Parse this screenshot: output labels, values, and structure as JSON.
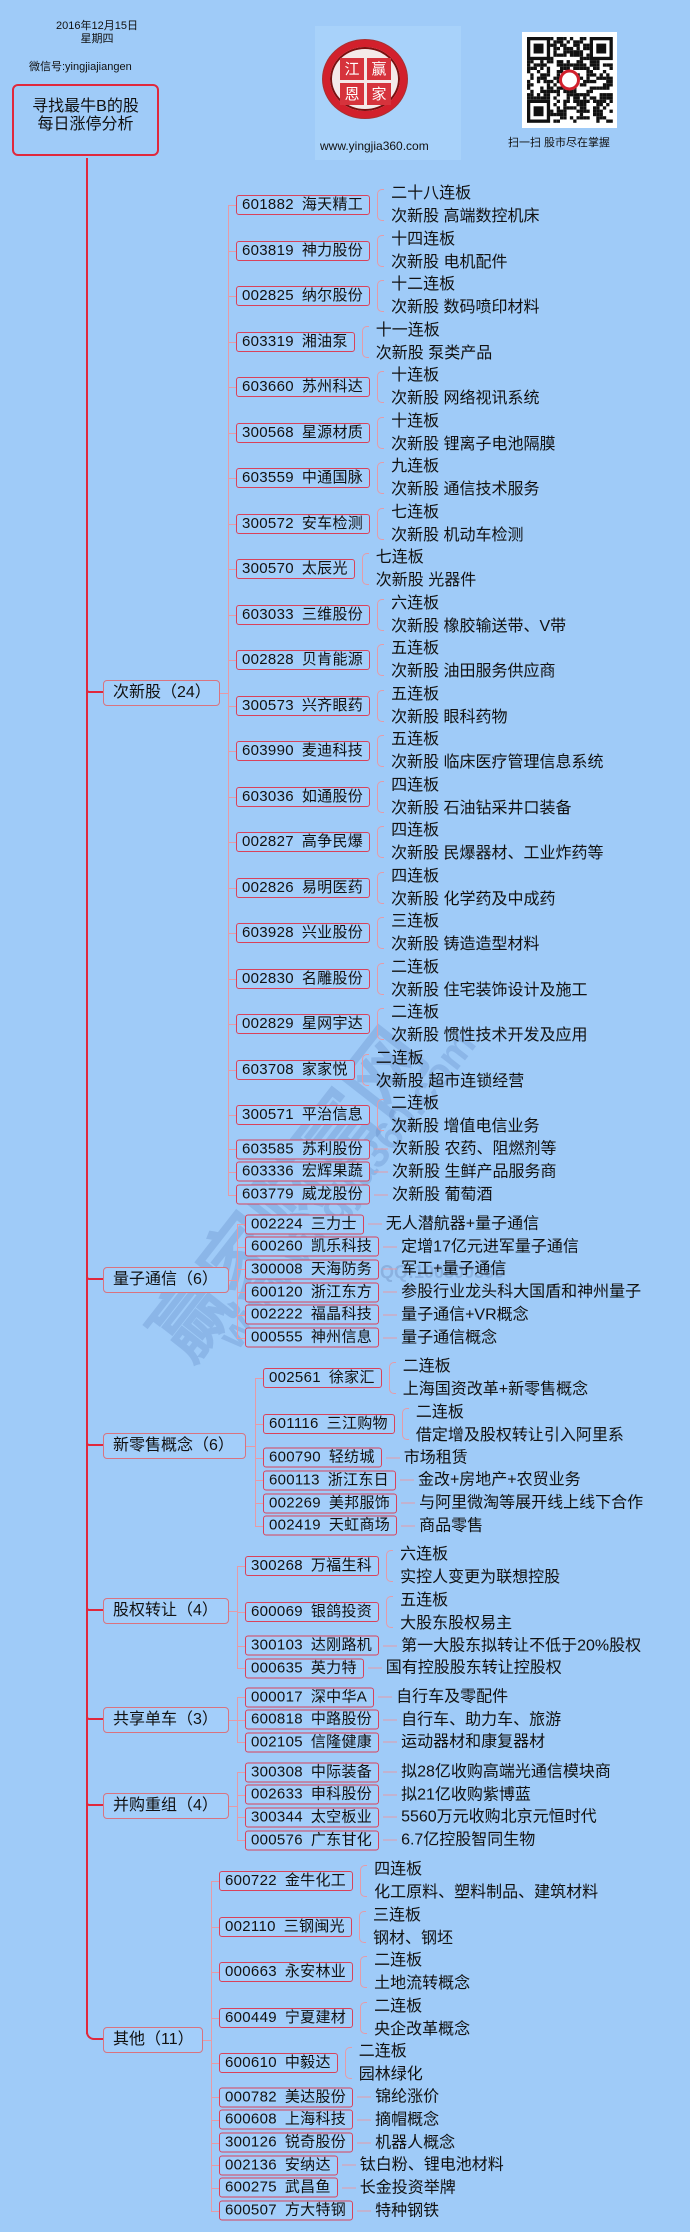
{
  "header": {
    "date": "2016年12月15日",
    "weekday": "星期四",
    "wechat": "微信号:yingjiajiangen",
    "title_line1": "寻找最牛B的股",
    "title_line2": "每日涨停分析",
    "logo_chars": [
      "江",
      "赢",
      "恩",
      "家"
    ],
    "website": "www.yingjia360.com",
    "qr_caption": "扫一扫 股市尽在掌握"
  },
  "watermark": {
    "brand": "赢家财富网",
    "url": "www.yingjia360.com",
    "qq": "QQ:100800360"
  },
  "colors": {
    "background": "#9fcbf8",
    "main_branch": "#e0283c",
    "node_border": "#d9425a",
    "connector": "#e69aa6"
  },
  "groups": [
    {
      "label": "次新股（24）",
      "items": [
        {
          "code": "601882",
          "name": "海天精工",
          "lines": [
            "二十八连板",
            "次新股  高端数控机床"
          ]
        },
        {
          "code": "603819",
          "name": "神力股份",
          "lines": [
            "十四连板",
            "次新股  电机配件"
          ]
        },
        {
          "code": "002825",
          "name": "纳尔股份",
          "lines": [
            "十二连板",
            "次新股  数码喷印材料"
          ]
        },
        {
          "code": "603319",
          "name": "湘油泵",
          "lines": [
            "十一连板",
            "次新股  泵类产品"
          ]
        },
        {
          "code": "603660",
          "name": "苏州科达",
          "lines": [
            "十连板",
            "次新股  网络视讯系统"
          ]
        },
        {
          "code": "300568",
          "name": "星源材质",
          "lines": [
            "十连板",
            "次新股  锂离子电池隔膜"
          ]
        },
        {
          "code": "603559",
          "name": "中通国脉",
          "lines": [
            "九连板",
            "次新股  通信技术服务"
          ]
        },
        {
          "code": "300572",
          "name": "安车检测",
          "lines": [
            "七连板",
            "次新股  机动车检测"
          ]
        },
        {
          "code": "300570",
          "name": "太辰光",
          "lines": [
            "七连板",
            "次新股  光器件"
          ]
        },
        {
          "code": "603033",
          "name": "三维股份",
          "lines": [
            "六连板",
            "次新股  橡胶输送带、V带"
          ]
        },
        {
          "code": "002828",
          "name": "贝肯能源",
          "lines": [
            "五连板",
            "次新股  油田服务供应商"
          ]
        },
        {
          "code": "300573",
          "name": "兴齐眼药",
          "lines": [
            "五连板",
            "次新股  眼科药物"
          ]
        },
        {
          "code": "603990",
          "name": "麦迪科技",
          "lines": [
            "五连板",
            "次新股  临床医疗管理信息系统"
          ]
        },
        {
          "code": "603036",
          "name": "如通股份",
          "lines": [
            "四连板",
            "次新股  石油钻采井口装备"
          ]
        },
        {
          "code": "002827",
          "name": "高争民爆",
          "lines": [
            "四连板",
            "次新股  民爆器材、工业炸药等"
          ]
        },
        {
          "code": "002826",
          "name": "易明医药",
          "lines": [
            "四连板",
            "次新股  化学药及中成药"
          ]
        },
        {
          "code": "603928",
          "name": "兴业股份",
          "lines": [
            "三连板",
            "次新股  铸造造型材料"
          ]
        },
        {
          "code": "002830",
          "name": "名雕股份",
          "lines": [
            "二连板",
            "次新股  住宅装饰设计及施工"
          ]
        },
        {
          "code": "002829",
          "name": "星网宇达",
          "lines": [
            "二连板",
            "次新股  惯性技术开发及应用"
          ]
        },
        {
          "code": "603708",
          "name": "家家悦",
          "lines": [
            "二连板",
            "次新股  超市连锁经营"
          ]
        },
        {
          "code": "300571",
          "name": "平治信息",
          "lines": [
            "二连板",
            "次新股  增值电信业务"
          ]
        },
        {
          "code": "603585",
          "name": "苏利股份",
          "lines": [
            "次新股  农药、阻燃剂等"
          ]
        },
        {
          "code": "603336",
          "name": "宏辉果蔬",
          "lines": [
            "次新股  生鲜产品服务商"
          ]
        },
        {
          "code": "603779",
          "name": "威龙股份",
          "lines": [
            "次新股  葡萄酒"
          ]
        }
      ]
    },
    {
      "label": "量子通信（6）",
      "items": [
        {
          "code": "002224",
          "name": "三力士",
          "lines": [
            "无人潜航器+量子通信"
          ]
        },
        {
          "code": "600260",
          "name": "凯乐科技",
          "lines": [
            "定增17亿元进军量子通信"
          ]
        },
        {
          "code": "300008",
          "name": "天海防务",
          "lines": [
            "军工+量子通信"
          ]
        },
        {
          "code": "600120",
          "name": "浙江东方",
          "lines": [
            "参股行业龙头科大国盾和神州量子"
          ]
        },
        {
          "code": "002222",
          "name": "福晶科技",
          "lines": [
            "量子通信+VR概念"
          ]
        },
        {
          "code": "000555",
          "name": "神州信息",
          "lines": [
            "量子通信概念"
          ]
        }
      ]
    },
    {
      "label": "新零售概念（6）",
      "items": [
        {
          "code": "002561",
          "name": "徐家汇",
          "lines": [
            "二连板",
            "上海国资改革+新零售概念"
          ]
        },
        {
          "code": "601116",
          "name": "三江购物",
          "lines": [
            "二连板",
            "借定增及股权转让引入阿里系"
          ]
        },
        {
          "code": "600790",
          "name": "轻纺城",
          "lines": [
            "市场租赁"
          ]
        },
        {
          "code": "600113",
          "name": "浙江东日",
          "lines": [
            "金改+房地产+农贸业务"
          ]
        },
        {
          "code": "002269",
          "name": "美邦服饰",
          "lines": [
            "与阿里微淘等展开线上线下合作"
          ]
        },
        {
          "code": "002419",
          "name": "天虹商场",
          "lines": [
            "商品零售"
          ]
        }
      ]
    },
    {
      "label": "股权转让（4）",
      "items": [
        {
          "code": "300268",
          "name": "万福生科",
          "lines": [
            "六连板",
            "实控人变更为联想控股"
          ]
        },
        {
          "code": "600069",
          "name": "银鸽投资",
          "lines": [
            "五连板",
            "大股东股权易主"
          ]
        },
        {
          "code": "300103",
          "name": "达刚路机",
          "lines": [
            "第一大股东拟转让不低于20%股权"
          ]
        },
        {
          "code": "000635",
          "name": "英力特",
          "lines": [
            "国有控股股东转让控股权"
          ]
        }
      ]
    },
    {
      "label": "共享单车（3）",
      "items": [
        {
          "code": "000017",
          "name": "深中华A",
          "lines": [
            "自行车及零配件"
          ]
        },
        {
          "code": "600818",
          "name": "中路股份",
          "lines": [
            "自行车、助力车、旅游"
          ]
        },
        {
          "code": "002105",
          "name": "信隆健康",
          "lines": [
            "运动器材和康复器材"
          ]
        }
      ]
    },
    {
      "label": "并购重组（4）",
      "items": [
        {
          "code": "300308",
          "name": "中际装备",
          "lines": [
            "拟28亿收购高端光通信模块商"
          ]
        },
        {
          "code": "002633",
          "name": "申科股份",
          "lines": [
            "拟21亿收购紫博蓝"
          ]
        },
        {
          "code": "300344",
          "name": "太空板业",
          "lines": [
            "5560万元收购北京元恒时代"
          ]
        },
        {
          "code": "000576",
          "name": "广东甘化",
          "lines": [
            "6.7亿控股智同生物"
          ]
        }
      ]
    },
    {
      "label": "其他（11）",
      "items": [
        {
          "code": "600722",
          "name": "金牛化工",
          "lines": [
            "四连板",
            "化工原料、塑料制品、建筑材料"
          ]
        },
        {
          "code": "002110",
          "name": "三钢闽光",
          "lines": [
            "三连板",
            "钢材、钢坯"
          ]
        },
        {
          "code": "000663",
          "name": "永安林业",
          "lines": [
            "二连板",
            "土地流转概念"
          ]
        },
        {
          "code": "600449",
          "name": "宁夏建材",
          "lines": [
            "二连板",
            "央企改革概念"
          ]
        },
        {
          "code": "600610",
          "name": "中毅达",
          "lines": [
            "二连板",
            "园林绿化"
          ]
        },
        {
          "code": "000782",
          "name": "美达股份",
          "lines": [
            "锦纶涨价"
          ]
        },
        {
          "code": "600608",
          "name": "上海科技",
          "lines": [
            "摘帽概念"
          ]
        },
        {
          "code": "300126",
          "name": "锐奇股份",
          "lines": [
            "机器人概念"
          ]
        },
        {
          "code": "002136",
          "name": "安纳达",
          "lines": [
            "钛白粉、锂电池材料"
          ]
        },
        {
          "code": "600275",
          "name": "武昌鱼",
          "lines": [
            "长金投资举牌"
          ]
        },
        {
          "code": "600507",
          "name": "方大特钢",
          "lines": [
            "特种钢铁"
          ]
        }
      ]
    }
  ]
}
